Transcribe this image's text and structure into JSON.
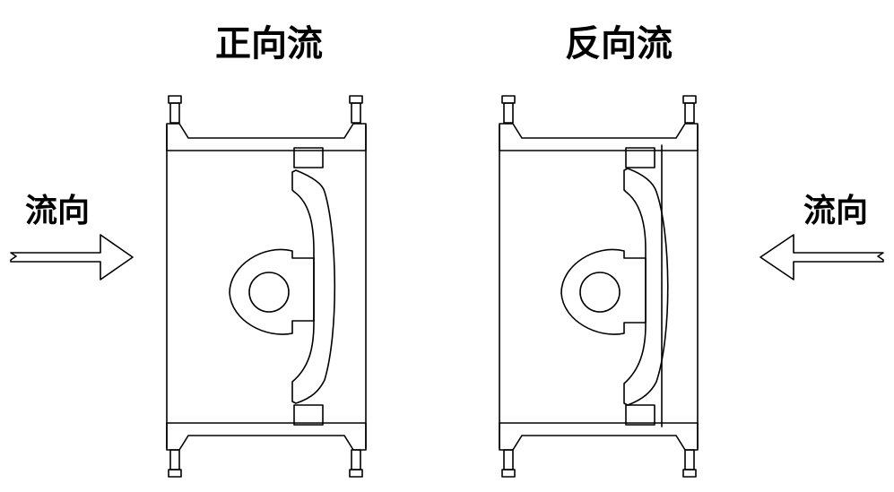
{
  "titles": {
    "forward": "正向流",
    "reverse": "反向流"
  },
  "labels": {
    "flow_left": "流向",
    "flow_right": "流向"
  },
  "colors": {
    "line": "#000000",
    "background": "#ffffff"
  }
}
